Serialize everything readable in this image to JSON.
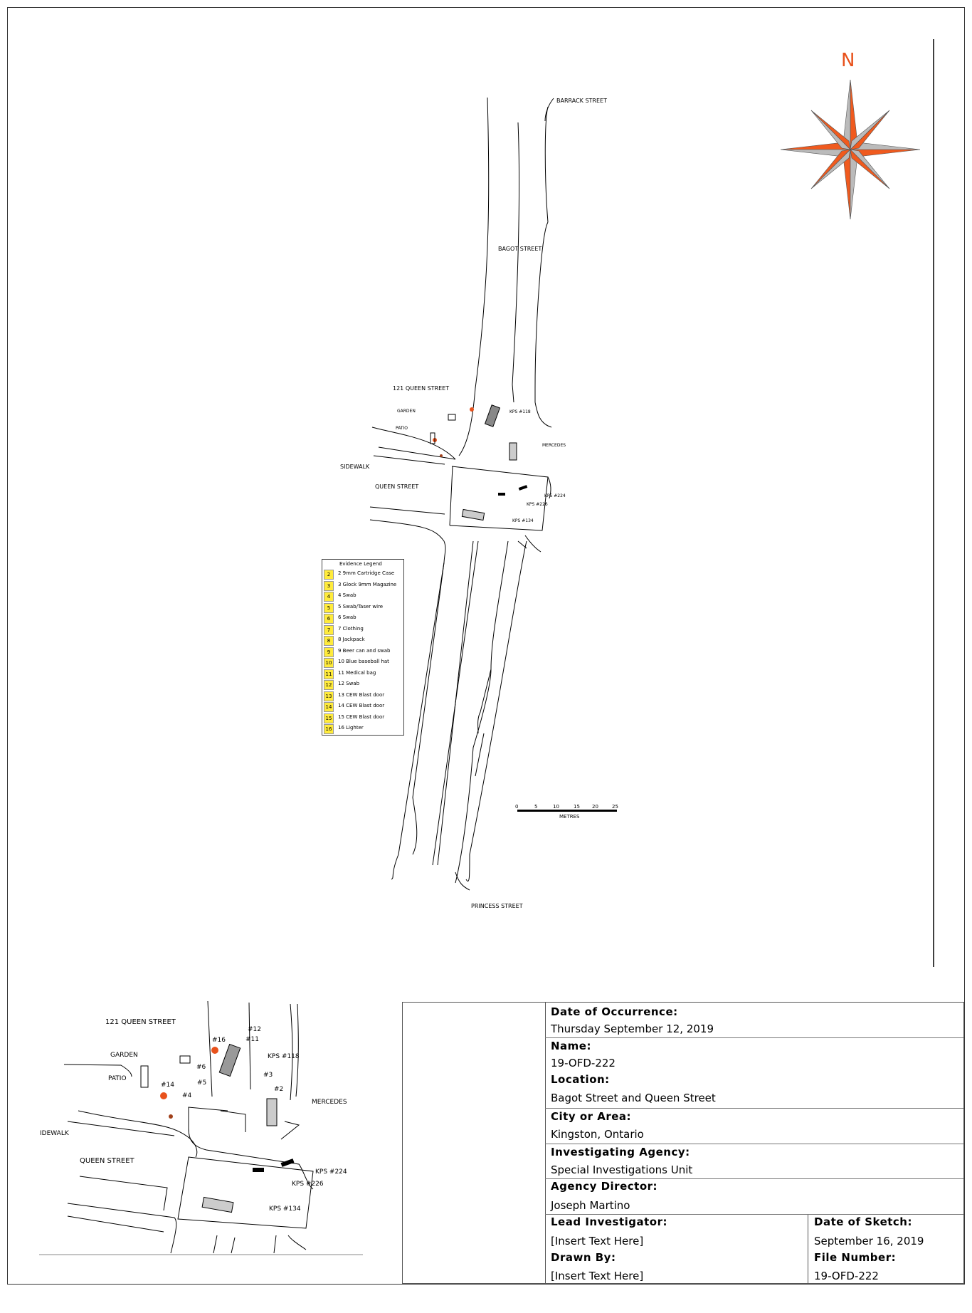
{
  "compass": {
    "north_label": "N",
    "color": "#f05a1e"
  },
  "streets": {
    "barrack": "BARRACK STREET",
    "bagot": "BAGOT STREET",
    "queen_address": "121 QUEEN STREET",
    "queen": "QUEEN STREET",
    "princess": "PRINCESS STREET",
    "sidewalk": "SIDEWALK",
    "sidewalk_inset": "IDEWALK",
    "garden": "GARDEN",
    "patio": "PATIO",
    "mercedes": "MERCEDES"
  },
  "vehicles": {
    "kps118": "KPS #118",
    "kps224": "KPS #224",
    "kps226": "KPS #226",
    "kps134": "KPS #134"
  },
  "legend": {
    "title": "Evidence Legend",
    "items": [
      {
        "num": "2",
        "text": "2   9mm Cartridge Case"
      },
      {
        "num": "3",
        "text": "3   Glock 9mm Magazine"
      },
      {
        "num": "4",
        "text": "4   Swab"
      },
      {
        "num": "5",
        "text": "5   Swab/Taser wire"
      },
      {
        "num": "6",
        "text": "6   Swab"
      },
      {
        "num": "7",
        "text": "7   Clothing"
      },
      {
        "num": "8",
        "text": "8   Jackpack"
      },
      {
        "num": "9",
        "text": "9   Beer can and swab"
      },
      {
        "num": "10",
        "text": "10  Blue baseball hat"
      },
      {
        "num": "11",
        "text": "11  Medical bag"
      },
      {
        "num": "12",
        "text": "12  Swab"
      },
      {
        "num": "13",
        "text": "13  CEW Blast door"
      },
      {
        "num": "14",
        "text": "14  CEW Blast door"
      },
      {
        "num": "15",
        "text": "15  CEW Blast door"
      },
      {
        "num": "16",
        "text": "16  Lighter"
      }
    ],
    "highlight": "#ffeb3b"
  },
  "scale": {
    "ticks": [
      "0",
      "5",
      "10",
      "15",
      "20",
      "25"
    ],
    "unit": "METRES"
  },
  "inset_labels": {
    "e16": "#16",
    "e12": "#12",
    "e11": "#11",
    "e3": "#3",
    "e2": "#2",
    "e14": "#14",
    "e4": "#4",
    "e6": "#6",
    "e5": "#5"
  },
  "title_block": {
    "date_occurrence_label": "Date of Occurrence:",
    "date_occurrence": "Thursday September 12, 2019",
    "name_label": "Name:",
    "name": "19-OFD-222",
    "location_label": "Location:",
    "location": "Bagot Street and Queen Street",
    "city_label": "City or Area:",
    "city": "Kingston, Ontario",
    "agency_label": "Investigating Agency:",
    "agency": "Special Investigations Unit",
    "director_label": "Agency Director:",
    "director": "Joseph Martino",
    "lead_label": "Lead Investigator:",
    "lead": "[Insert Text Here]",
    "drawn_label": "Drawn By:",
    "drawn": "[Insert Text Here]",
    "date_sketch_label": "Date of Sketch:",
    "date_sketch": "September 16, 2019",
    "file_label": "File Number:",
    "file": "19-OFD-222"
  }
}
